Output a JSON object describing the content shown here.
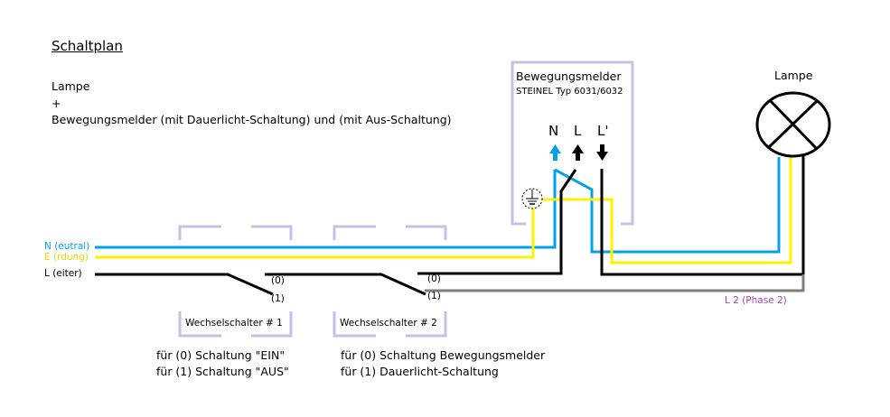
{
  "title": "Schaltplan",
  "description": {
    "line1": "Lampe",
    "line2": "+",
    "line3": "Bewegungsmelder (mit Dauerlicht-Schaltung) und (mit Aus-Schaltung)"
  },
  "wires": {
    "neutral": {
      "label": "N (eutral)",
      "color": "#00a2e8"
    },
    "earth": {
      "label": "E (rdung)",
      "color": "#fff200"
    },
    "live": {
      "label": "L (eiter)",
      "color": "#000000"
    },
    "phase2": {
      "label": "L 2 (Phase 2)",
      "color": "#7f7f7f",
      "label_color": "#a349a4"
    }
  },
  "motion_sensor": {
    "title": "Bewegungsmelder",
    "model": "STEINEL Typ 6031/6032",
    "terminals": [
      "N",
      "L",
      "L'"
    ],
    "frame_color": "#c8bfe7"
  },
  "lamp": {
    "label": "Lampe"
  },
  "switch1": {
    "label": "Wechselschalter # 1",
    "pos0": "(0)",
    "pos1": "(1)",
    "note0": "für (0) Schaltung \"EIN\"",
    "note1": "für (1) Schaltung \"AUS\""
  },
  "switch2": {
    "label": "Wechselschalter # 2",
    "pos0": "(0)",
    "pos1": "(1)",
    "note0": "für (0) Schaltung Bewegungsmelder",
    "note1": "für (1) Dauerlicht-Schaltung"
  }
}
